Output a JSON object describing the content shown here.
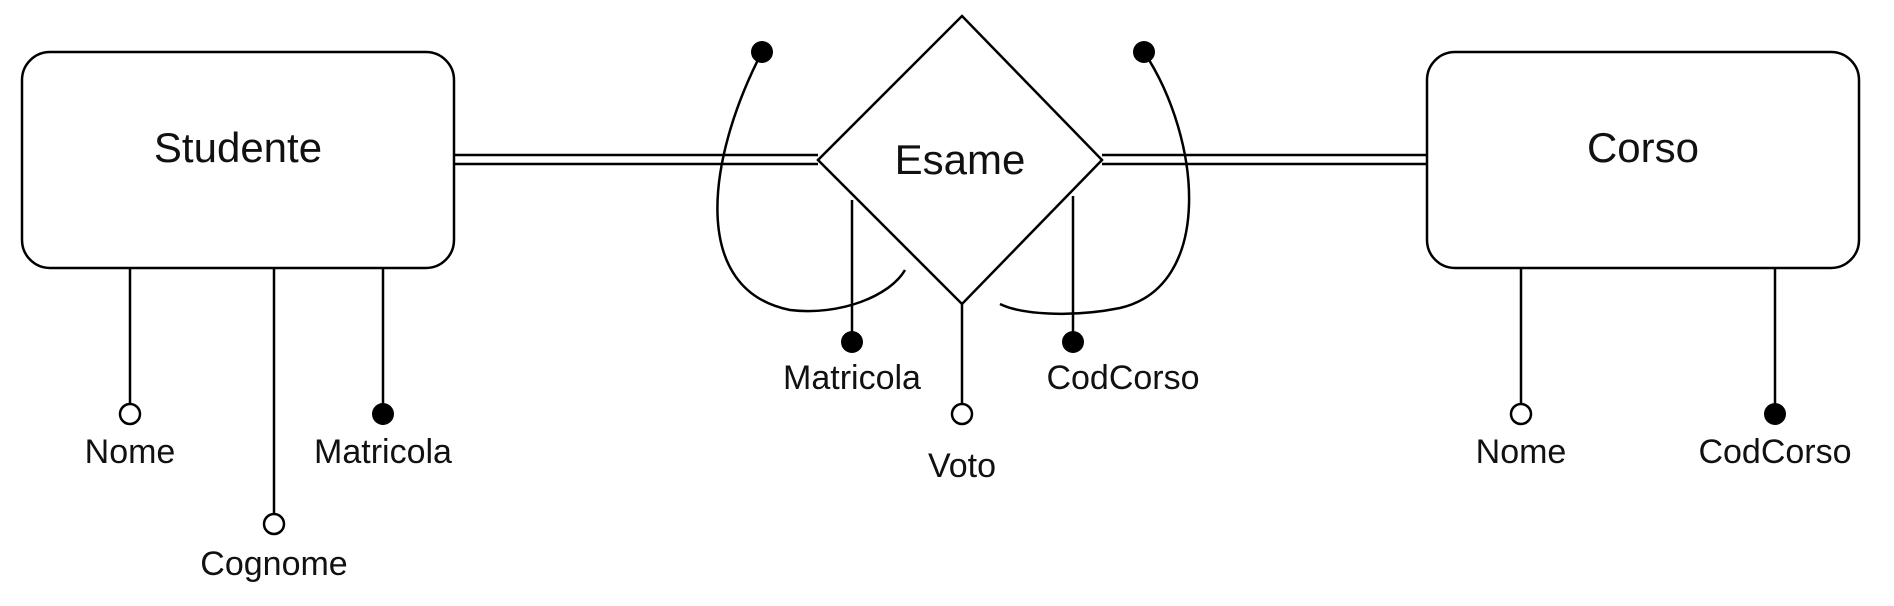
{
  "colors": {
    "stroke": "#000000",
    "text": "#111111",
    "background": "#ffffff"
  },
  "entities": {
    "studente": {
      "name": "Studente"
    },
    "corso": {
      "name": "Corso"
    }
  },
  "relationship": {
    "esame": {
      "name": "Esame"
    }
  },
  "attributes": {
    "studente_nome": {
      "label": "Nome",
      "is_key": false
    },
    "studente_cognome": {
      "label": "Cognome",
      "is_key": false
    },
    "studente_matricola": {
      "label": "Matricola",
      "is_key": true
    },
    "esame_matricola": {
      "label": "Matricola",
      "is_key": true
    },
    "esame_voto": {
      "label": "Voto",
      "is_key": false
    },
    "esame_codcorso": {
      "label": "CodCorso",
      "is_key": true
    },
    "corso_nome": {
      "label": "Nome",
      "is_key": false
    },
    "corso_codcorso": {
      "label": "CodCorso",
      "is_key": true
    }
  }
}
